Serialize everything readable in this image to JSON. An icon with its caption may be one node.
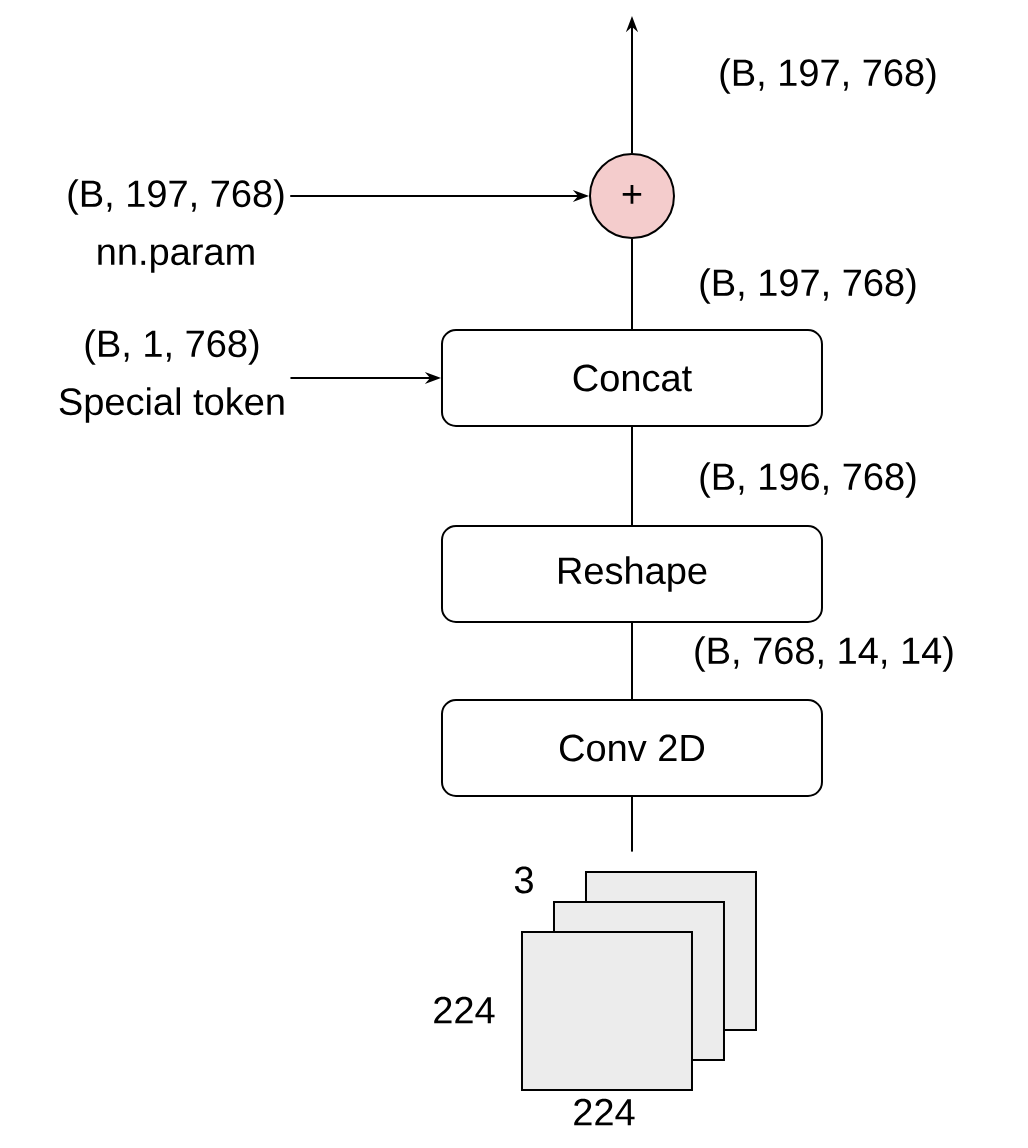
{
  "diagram": {
    "nodes": [
      {
        "text": [
          "+"
        ]
      },
      {
        "text": [
          "(B, 197, 768)",
          "nn.param"
        ]
      },
      {
        "text": [
          "(B, 1, 768)",
          "Special token"
        ]
      },
      {
        "text": [
          "Concat"
        ]
      },
      {
        "text": [
          "Reshape"
        ]
      },
      {
        "text": [
          "Conv 2D"
        ]
      },
      {
        "text": [],
        "shape": "box"
      }
    ],
    "edges": [
      {
        "from": 0,
        "to": null,
        "arrow": "to",
        "label": "(B, 197, 768)"
      },
      {
        "from": 1,
        "to": 0,
        "arrow": "to"
      },
      {
        "from": 2,
        "to": 3,
        "arrow": "to"
      },
      {
        "from": 3,
        "to": 0,
        "arrow": "none",
        "label": "(B, 197, 768)"
      },
      {
        "from": 4,
        "to": 3,
        "arrow": "none",
        "label": "(B, 196, 768)"
      },
      {
        "from": 5,
        "to": 4,
        "arrow": "none",
        "label": "(B, 768, 14, 14)"
      },
      {
        "from": 6,
        "to": 5,
        "arrow": "none"
      }
    ],
    "labels": [
      "3",
      "224",
      "224"
    ]
  }
}
